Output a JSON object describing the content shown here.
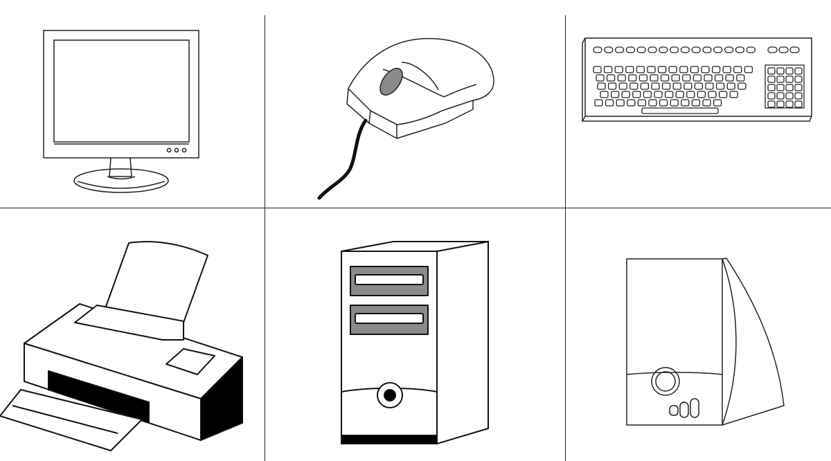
{
  "sheet": {
    "cells": [
      {
        "id": "monitor",
        "icon": "lcd-monitor-icon"
      },
      {
        "id": "mouse",
        "icon": "computer-mouse-icon"
      },
      {
        "id": "keyboard",
        "icon": "keyboard-icon"
      },
      {
        "id": "printer",
        "icon": "printer-icon"
      },
      {
        "id": "system-unit",
        "icon": "system-unit-icon"
      },
      {
        "id": "speaker",
        "icon": "speaker-icon"
      }
    ],
    "colors": {
      "background": "#ffffff",
      "line": "#222222",
      "gray_fill": "#8a8a8a",
      "black_fill": "#000000"
    }
  }
}
